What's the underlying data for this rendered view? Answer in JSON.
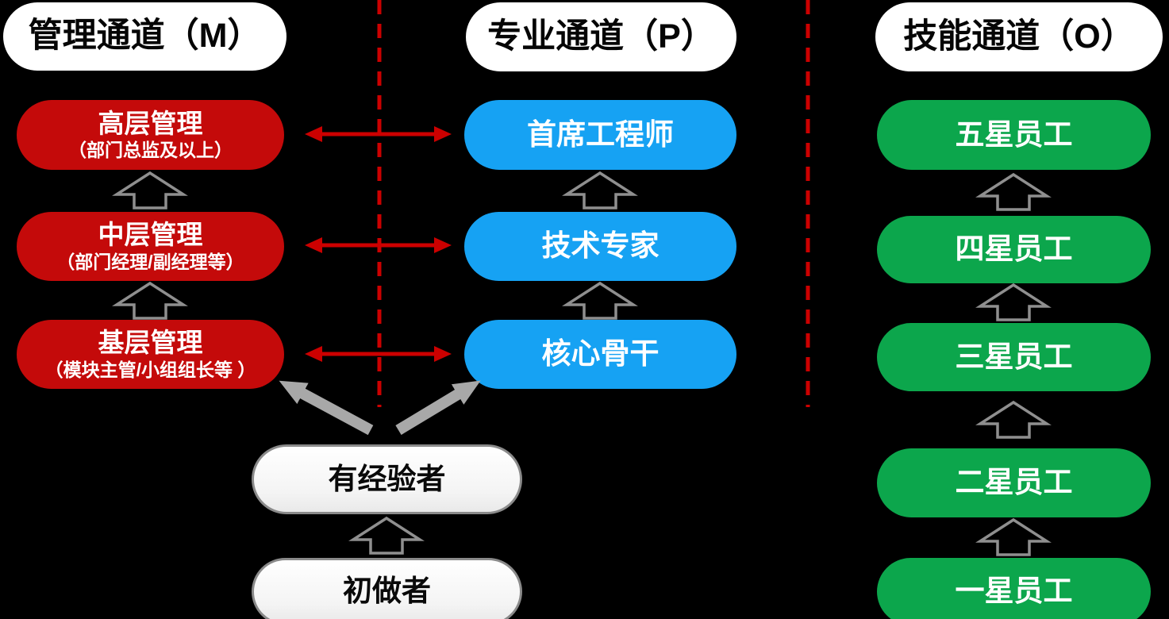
{
  "diagram": {
    "title_hint": "career-channel-diagram",
    "columns": [
      {
        "header": "管理通道（M）",
        "color": "#C40A0A",
        "levels": [
          {
            "title": "高层管理",
            "subtitle": "（部门总监及以上）"
          },
          {
            "title": "中层管理",
            "subtitle": "（部门经理/副经理等）"
          },
          {
            "title": "基层管理",
            "subtitle": "（模块主管/小组组长等 ）"
          }
        ]
      },
      {
        "header": "专业通道（P）",
        "color": "#16A2F3",
        "levels": [
          {
            "title": "首席工程师"
          },
          {
            "title": "技术专家"
          },
          {
            "title": "核心骨干"
          }
        ]
      },
      {
        "header": "技能通道（O）",
        "color": "#0CA64C",
        "levels": [
          {
            "title": "五星员工"
          },
          {
            "title": "四星员工"
          },
          {
            "title": "三星员工"
          },
          {
            "title": "二星员工"
          },
          {
            "title": "一星员工"
          }
        ]
      }
    ],
    "entry_levels": [
      {
        "title": "有经验者"
      },
      {
        "title": "初做者"
      }
    ],
    "colors": {
      "background": "#000000",
      "header_pill": "#ffffff",
      "management_red": "#C40A0A",
      "professional_blue": "#16A2F3",
      "skill_green": "#0CA64C",
      "transfer_arrow_red": "#CC0000",
      "divider_dash_red": "#CC0000",
      "promotion_arrow_gray": "#8F8F8F",
      "entry_arrow_gray": "#A8A8A8",
      "entry_pill_border": "#8a8a8a"
    }
  }
}
